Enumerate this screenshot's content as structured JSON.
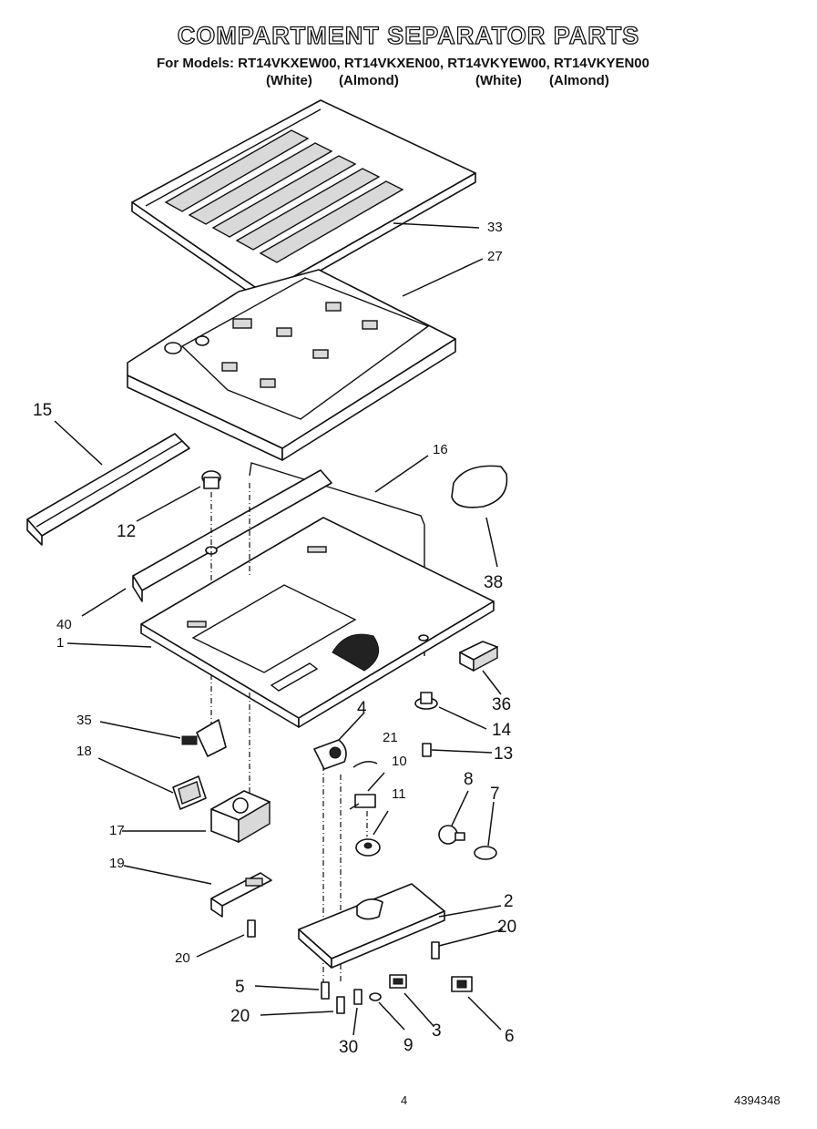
{
  "header": {
    "title": "COMPARTMENT SEPARATOR PARTS",
    "models_line": "For Models: RT14VKXEW00, RT14VKXEN00, RT14VKYEW00, RT14VKYEN00",
    "variants": [
      "(White)",
      "(Almond)",
      "(White)",
      "(Almond)"
    ]
  },
  "callouts": [
    "33",
    "27",
    "15",
    "16",
    "12",
    "38",
    "40",
    "1",
    "36",
    "35",
    "4",
    "14",
    "21",
    "13",
    "18",
    "10",
    "11",
    "8",
    "7",
    "17",
    "19",
    "2",
    "20",
    "20",
    "5",
    "20",
    "3",
    "6",
    "9",
    "30"
  ],
  "footer": {
    "page_number": "4",
    "doc_number": "4394348"
  }
}
